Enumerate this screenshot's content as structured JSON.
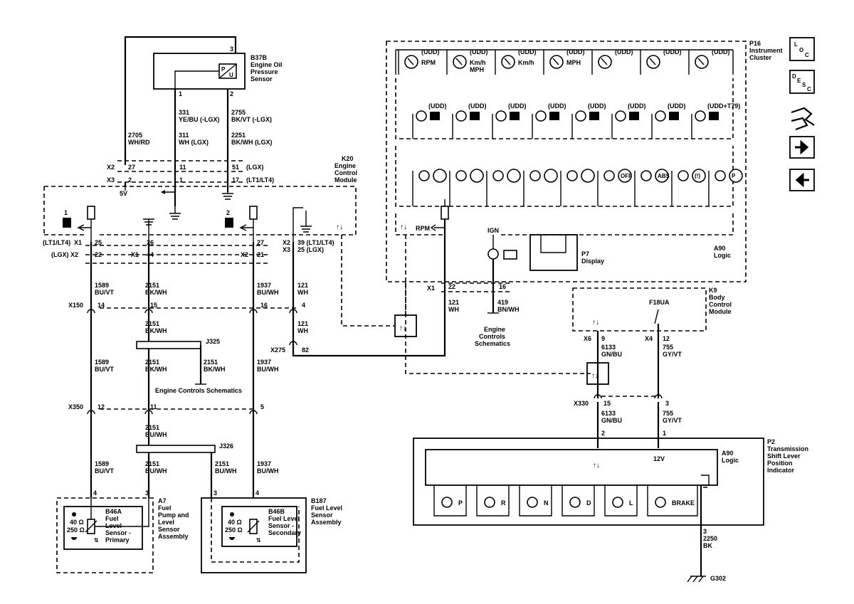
{
  "nav": {
    "loc": [
      "L",
      "O",
      "C"
    ],
    "desc": [
      "D",
      "E",
      "S",
      "C"
    ]
  },
  "b37b": {
    "ref": "B37B",
    "name": [
      "Engine Oil",
      "Pressure",
      "Sensor"
    ],
    "pin3": "3",
    "pin1": "1",
    "pin2": "2",
    "pu": [
      "P",
      "U"
    ]
  },
  "wires_top": {
    "w331": [
      "331",
      "YE/BU (-LGX)"
    ],
    "w2755": [
      "2755",
      "BK/VT (-LGX)"
    ],
    "w311": [
      "311",
      "WH (LGX)"
    ],
    "w2251": [
      "2251",
      "BK/WH (LGX)"
    ],
    "w2705": [
      "2705",
      "WH/RD"
    ]
  },
  "k20": {
    "ref": "K20",
    "name": [
      "Engine",
      "Control",
      "Module"
    ],
    "x2": "X2",
    "x3": "X3",
    "p27": "27",
    "p11": "11",
    "p51": "51",
    "lgx": "(LGX)",
    "p2": "2",
    "p1": "1",
    "p17": "17",
    "lt": "(LT1/LT4)",
    "v5": "5V",
    "n1": "1",
    "n2": "2",
    "row1_left": "(LT1/LT4)",
    "row1_x1": "X1",
    "row1_25": "25",
    "row1_26": "26",
    "row1_27": "27",
    "row2_left": "(LGX) X2",
    "row2_22": "22",
    "row2_x1": "X1",
    "row2_44": "44",
    "row2_x2": "X2",
    "row2_21": "21",
    "r_x2": "X2",
    "r_x3": "X3",
    "r_39": "39 (LT1/LT4)",
    "r_25": "25 (LGX)"
  },
  "wires_mid": {
    "w1589a": [
      "1589",
      "BU/VT"
    ],
    "w2151a": [
      "2151",
      "BK/WH"
    ],
    "w1937a": [
      "1937",
      "BU/WH"
    ],
    "w121a": [
      "121",
      "WH"
    ],
    "w2151b": [
      "2151",
      "BK/WH"
    ],
    "w121b": [
      "121",
      "WH"
    ],
    "w1589b": [
      "1589",
      "BU/VT"
    ],
    "w2151c": [
      "2151",
      "BK/WH"
    ],
    "w2151d": [
      "2151",
      "BK/WH"
    ],
    "w1937b": [
      "1937",
      "BU/WH"
    ],
    "w2151e": [
      "2151",
      "BU/WH"
    ],
    "w1589c": [
      "1589",
      "BU/VT"
    ],
    "w2151f": [
      "2151",
      "BU/WH"
    ],
    "w2151g": [
      "2151",
      "BU/WH"
    ],
    "w1937c": [
      "1937",
      "BU/WH"
    ],
    "w121c": [
      "121",
      "WH"
    ],
    "w419": [
      "419",
      "BN/WH"
    ]
  },
  "connectors": {
    "x150": "X150",
    "x150_14": "14",
    "x150_15": "15",
    "x150_16": "16",
    "x150_4": "4",
    "x275": "X275",
    "x275_82": "82",
    "x350": "X350",
    "x350_12": "12",
    "x350_11": "11",
    "x350_5": "5",
    "x1": "X1",
    "x1_22": "22",
    "x1_16": "16"
  },
  "splices": {
    "j325": "J325",
    "j326": "J326"
  },
  "engine_controls_1": "Engine Controls Schematics",
  "engine_controls_2": [
    "Engine",
    "Controls",
    "Schematics"
  ],
  "a7": {
    "ref": "A7",
    "name": [
      "Fuel",
      "Pump and",
      "Level",
      "Sensor",
      "Assembly"
    ],
    "p4": "4",
    "p3": "3"
  },
  "b46a": {
    "ref": "B46A",
    "name": [
      "Fuel",
      "Level",
      "Sensor -",
      "Primary"
    ],
    "r40": "40 Ω",
    "r250": "250 Ω"
  },
  "b187": {
    "ref": "B187",
    "name": [
      "Fuel Level",
      "Sensor",
      "Assembly"
    ],
    "p3": "3",
    "p4": "4"
  },
  "b46b": {
    "ref": "B46B",
    "name": [
      "Fuel Level",
      "Sensor -",
      "Secondary"
    ],
    "r40": "40 Ω",
    "r250": "250 Ω"
  },
  "p16": {
    "ref": "P16",
    "name": [
      "Instrument",
      "Cluster"
    ],
    "gauges": [
      {
        "udd": "(UDD)",
        "label": "RPM"
      },
      {
        "udd": "(UDD)",
        "label": "Km/h MPH"
      },
      {
        "udd": "(UDD)",
        "label": "Km/h"
      },
      {
        "udd": "(UDD)",
        "label": "MPH"
      },
      {
        "udd": "(UDD)",
        "label": ""
      },
      {
        "udd": "(UDD)",
        "label": ""
      },
      {
        "udd": "(UDD)",
        "label": ""
      }
    ],
    "row2_udd": [
      "(UDD)",
      "(UDD)",
      "(UDD)",
      "(UDD)",
      "(UDD)",
      "(UDD)",
      "(UDD)",
      "(UDD+T79)"
    ],
    "row3_labels": [
      "",
      "",
      "",
      "",
      "",
      "OFF",
      "ABS",
      "(!)",
      "P"
    ],
    "rpm": "RPM",
    "ign": "IGN",
    "a90": "A90",
    "logic": "Logic"
  },
  "p7": {
    "ref": "P7",
    "name": "Display"
  },
  "k9": {
    "ref": "K9",
    "name": [
      "Body",
      "Control",
      "Module"
    ],
    "fuse": "F18UA",
    "x6": "X6",
    "p9": "9",
    "x4": "X4",
    "p12": "12"
  },
  "wires_right": {
    "w6133a": [
      "6133",
      "GN/BU"
    ],
    "w755a": [
      "755",
      "GY/VT"
    ],
    "w6133b": [
      "6133",
      "GN/BU"
    ],
    "w755b": [
      "755",
      "GY/VT"
    ],
    "w2250": [
      "2250",
      "BK"
    ]
  },
  "x330": {
    "ref": "X330",
    "p15": "15",
    "p3": "3"
  },
  "p2": {
    "ref": "P2",
    "name": [
      "Transmission",
      "Shift Lever",
      "Position",
      "Indicator"
    ],
    "pin2": "2",
    "pin1": "1",
    "pin3": "3",
    "a90": "A90",
    "logic": "Logic",
    "v12": "12V",
    "lamps": [
      "P",
      "R",
      "N",
      "D",
      "L",
      "BRAKE"
    ]
  },
  "ground": "G302"
}
